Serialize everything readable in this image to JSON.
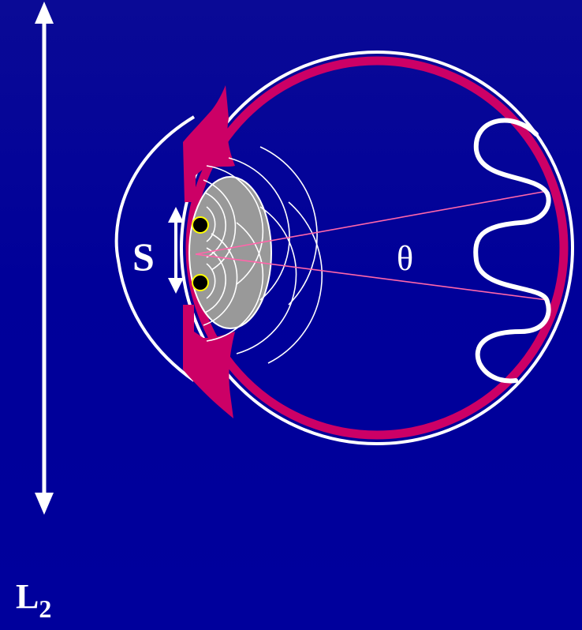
{
  "diagram": {
    "labels": {
      "separation": "S",
      "angle": "θ",
      "length_main": "L",
      "length_sub": "2"
    },
    "colors": {
      "background": "#000099",
      "outline": "#ffffff",
      "eye_wall": "#cc0066",
      "lens": "#999999",
      "source_fill": "#000000",
      "source_ring": "#ffff00",
      "ray": "#ff66aa"
    }
  }
}
